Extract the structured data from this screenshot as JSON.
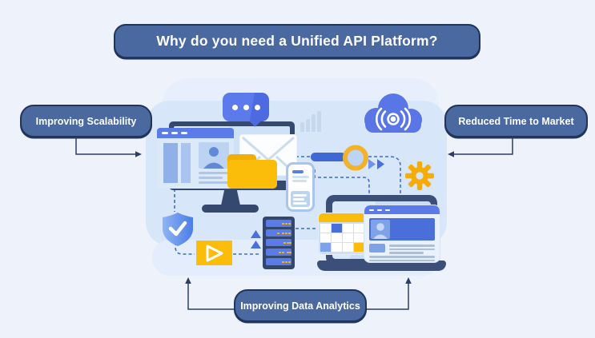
{
  "header": {
    "title": "Why do you need a Unified API Platform?"
  },
  "callouts": {
    "scalability": {
      "label": "Improving Scalability"
    },
    "time_to_market": {
      "label": "Reduced Time to Market"
    },
    "data_analytics": {
      "label": "Improving Data Analytics"
    }
  },
  "illustration": {
    "description": "Unified API platform concept illustration",
    "icons": [
      "chat-bubble-icon",
      "desktop-monitor-icon",
      "browser-window-icon",
      "email-envelope-icon",
      "folder-icon",
      "smartphone-icon",
      "bar-chart-icon",
      "cloud-broadcast-icon",
      "magnifier-icon",
      "fast-forward-icon",
      "gear-icon",
      "laptop-icon",
      "calendar-icon",
      "profile-card-icon",
      "server-rack-icon",
      "upload-arrows-icon",
      "video-play-icon",
      "shield-check-icon"
    ]
  },
  "colors": {
    "background": "#eef2fa",
    "panel_fill": "#4a69a0",
    "panel_border": "#20345c",
    "illustration_blue": "#5b76e8",
    "navy": "#35496e",
    "yellow": "#fcbd0a",
    "light_blue_blob": "#d7e7f9",
    "dashed_line": "#3e6bd6",
    "connector_line": "#2c3e63"
  }
}
